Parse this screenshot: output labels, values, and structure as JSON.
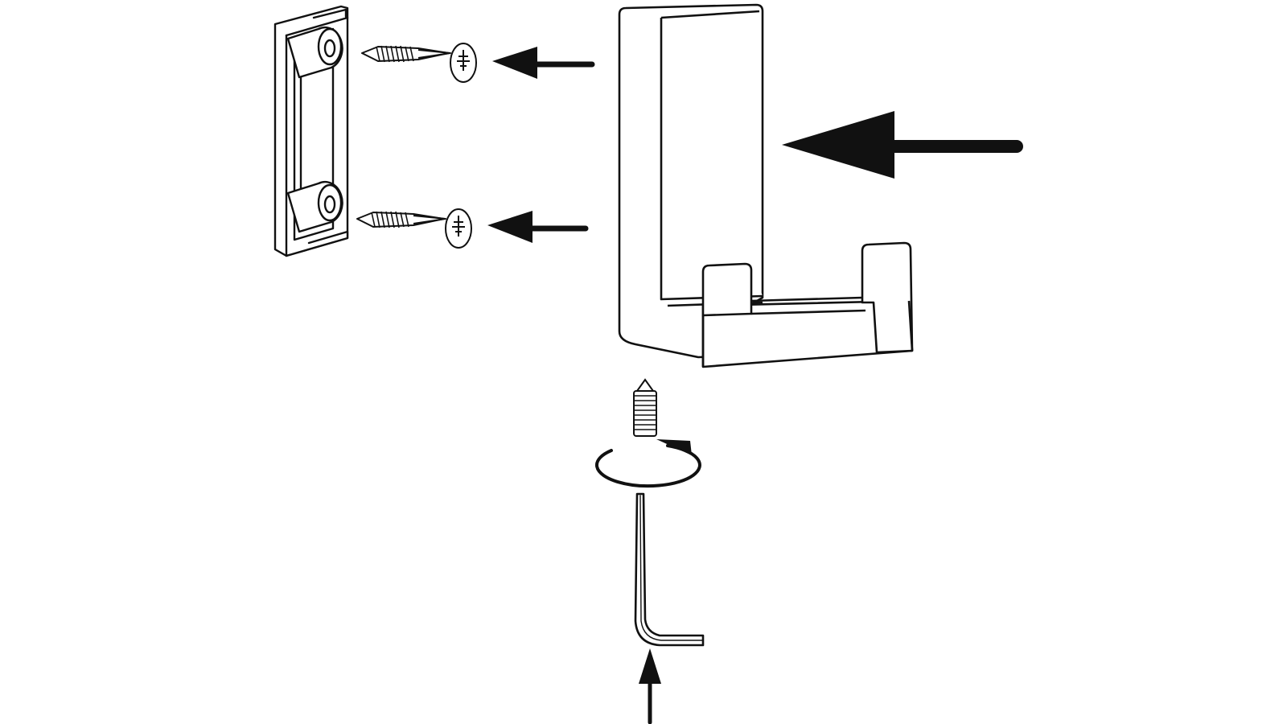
{
  "diagram": {
    "kind": "assembly-instructions",
    "colors": {
      "background": "#ffffff",
      "ink": "#111111"
    },
    "parts": [
      {
        "id": "wall-bracket",
        "icon": "mounting-plate-icon"
      },
      {
        "id": "screw-top",
        "icon": "wood-screw-icon"
      },
      {
        "id": "screw-bottom",
        "icon": "wood-screw-icon"
      },
      {
        "id": "double-hook",
        "icon": "double-robe-hook-icon"
      },
      {
        "id": "set-screw",
        "icon": "grub-screw-icon"
      },
      {
        "id": "allen-key",
        "icon": "hex-key-icon"
      }
    ],
    "arrows": [
      {
        "id": "arrow-screw-top",
        "direction": "left"
      },
      {
        "id": "arrow-screw-bottom",
        "direction": "left"
      },
      {
        "id": "arrow-hook",
        "direction": "left"
      },
      {
        "id": "arrow-key",
        "direction": "up"
      },
      {
        "id": "rotation-arrow",
        "direction": "clockwise"
      }
    ]
  }
}
